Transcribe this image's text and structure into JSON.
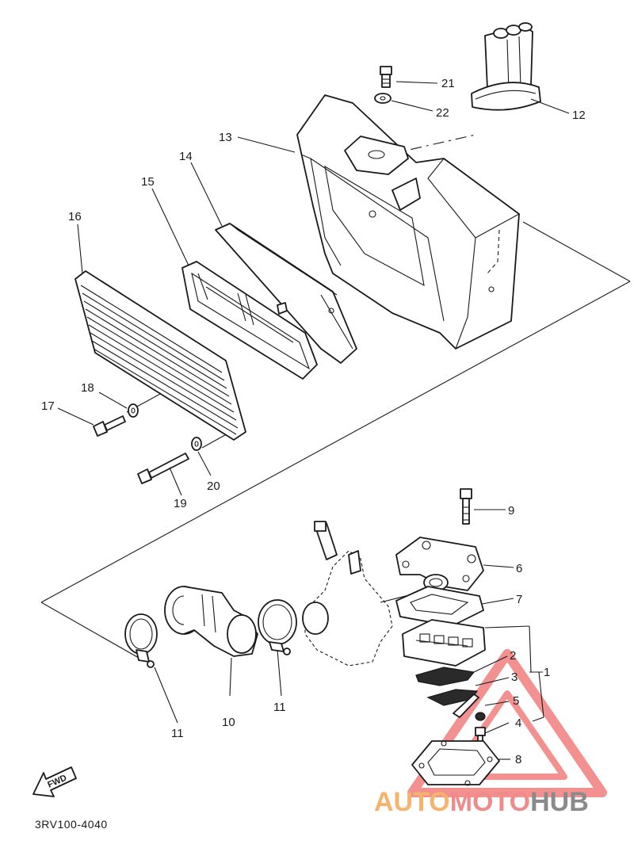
{
  "diagram_code": "3RV100-4040",
  "fwd_label": "FWD",
  "watermark": {
    "part1": "AUTO",
    "part2": "MOTO",
    "part3": "HUB"
  },
  "colors": {
    "line": "#1a1a1a",
    "watermark_triangle": "#ef6d6d",
    "watermark_orange": "#f5b36b",
    "watermark_grey": "#8a8a8a"
  },
  "callouts": {
    "c1": "1",
    "c2": "2",
    "c3": "3",
    "c4": "4",
    "c5": "5",
    "c6": "6",
    "c7": "7",
    "c8": "8",
    "c9": "9",
    "c10": "10",
    "c11a": "11",
    "c11b": "11",
    "c12": "12",
    "c13": "13",
    "c14": "14",
    "c15": "15",
    "c16": "16",
    "c17": "17",
    "c18": "18",
    "c19": "19",
    "c20": "20",
    "c21": "21",
    "c22": "22"
  }
}
